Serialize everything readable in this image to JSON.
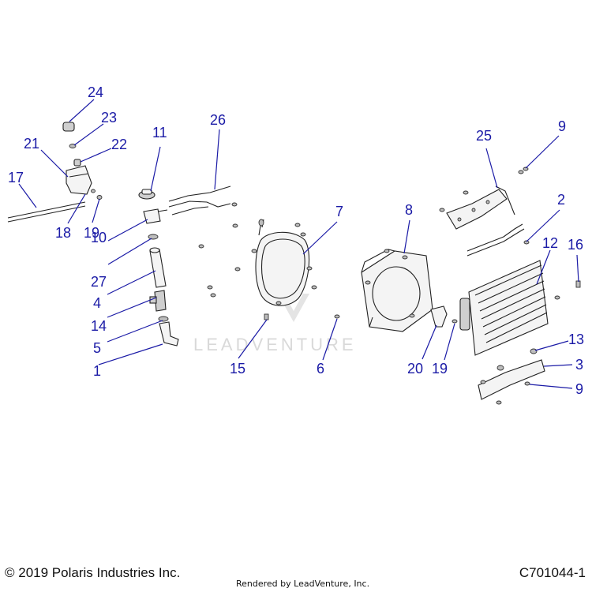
{
  "watermark": "LEADVENTURE",
  "footer": {
    "copyright": "© 2019 Polaris Industries Inc.",
    "rendered_by": "Rendered by LeadVenture, Inc.",
    "part_code": "C701044-1"
  },
  "callouts": {
    "c24": "24",
    "c23": "23",
    "c22": "22",
    "c21": "21",
    "c17": "17",
    "c18": "18",
    "c19a": "19",
    "c11": "11",
    "c26": "26",
    "c10": "10",
    "c27": "27",
    "c4": "4",
    "c14": "14",
    "c5": "5",
    "c1": "1",
    "c7": "7",
    "c15": "15",
    "c6": "6",
    "c8": "8",
    "c20": "20",
    "c19b": "19",
    "c25": "25",
    "c9a": "9",
    "c2": "2",
    "c12": "12",
    "c16": "16",
    "c13": "13",
    "c3": "3",
    "c9b": "9"
  }
}
